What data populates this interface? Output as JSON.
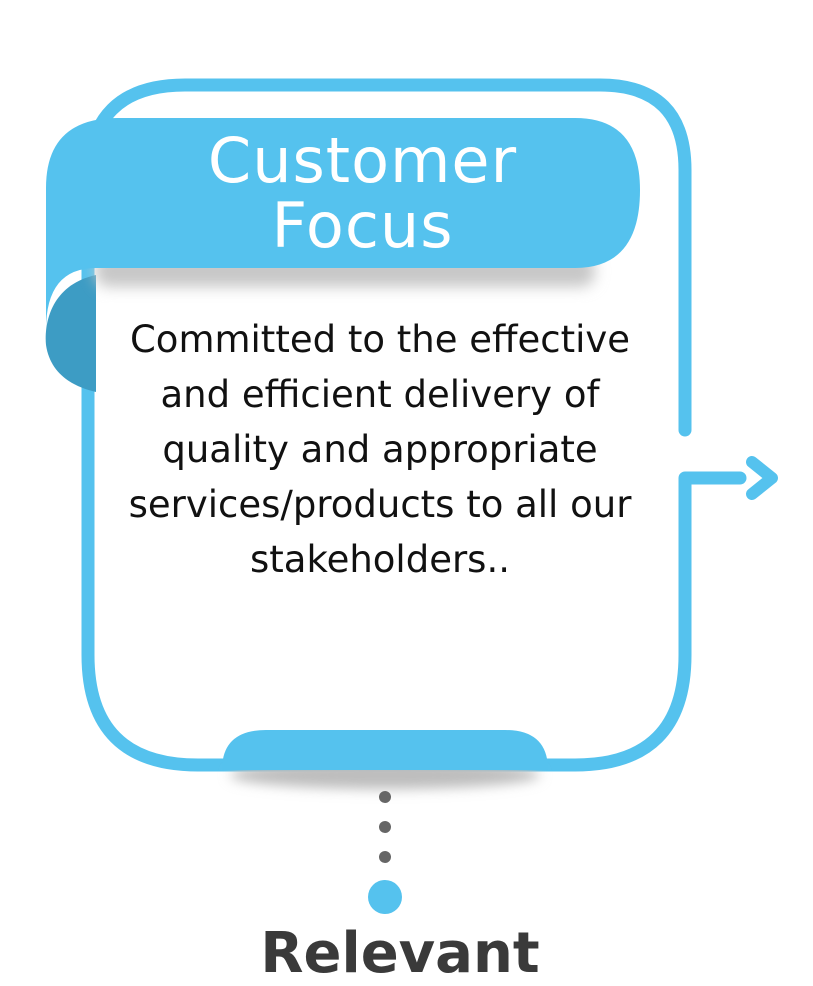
{
  "card": {
    "title_line_1": "Customer",
    "title_line_2": "Focus",
    "description": "Committed to the effective and efficient delivery of quality and appropriate services/products to all our stakeholders..",
    "next_card_title_partial": "Relevant"
  },
  "colors": {
    "accent": "#55c2ee",
    "accent_dark": "#3d9cc4",
    "shadow": "#c8c8c8",
    "dot": "#666666",
    "text": "#111111"
  },
  "icons": {
    "flow_arrow": "arrow-right-icon",
    "connector_dots": "dotted-connector",
    "node": "circle-node"
  }
}
